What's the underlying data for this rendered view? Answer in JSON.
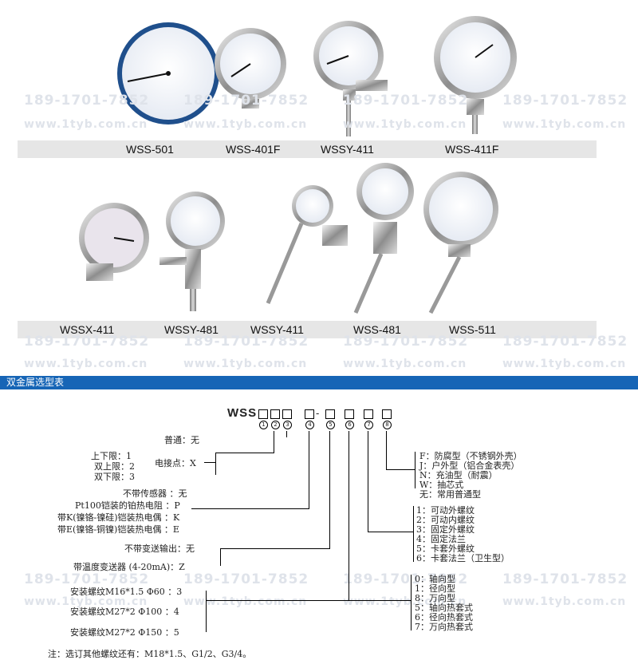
{
  "watermark": {
    "phone": "189-1701-7852",
    "url": "www.1tyb.com.cn"
  },
  "models_row1": [
    "WSS-501",
    "WSS-401F",
    "WSSY-411",
    "WSS-411F"
  ],
  "models_row2": [
    "WSSX-411",
    "WSSY-481",
    "WSSY-411",
    "WSS-481",
    "WSS-511"
  ],
  "section_title": "双金属选型表",
  "code": {
    "prefix": "WSS",
    "dash": "-",
    "positions": [
      "1",
      "2",
      "3",
      "4",
      "5",
      "6",
      "7",
      "8"
    ]
  },
  "left": {
    "normal": "普通：无",
    "limits": [
      "上下限：1",
      "双上限：2",
      "双下限：3"
    ],
    "contact": "电接点：X",
    "sensor": [
      "不带传感器 ：无",
      "Pt100铠装的铂热电阻 ：P",
      "带K(镍铬-镍硅)铠装热电偶 ：K",
      "带E(镍铬-铜镍)铠装热电偶 ：E"
    ],
    "transmit": [
      "不带变送输出：无",
      "带温度变送器 (4-20mA)：Z"
    ],
    "dial": [
      "安装螺纹M16*1.5 Φ60 ：3",
      "安装螺纹M27*2 Φ100 ：4",
      "安装螺纹M27*2 Φ150 ：5"
    ]
  },
  "right": {
    "type": [
      "F：防腐型（不锈钢外壳）",
      "J：户外型（铝合金表壳）",
      "N：充油型（耐震）",
      "W：抽芯式",
      "无：常用普通型"
    ],
    "install": [
      "1：可动外螺纹",
      "2：可动内螺纹",
      "3：固定外螺纹",
      "4：固定法兰",
      "5：卡套外螺纹",
      "6：卡套法兰（卫生型）"
    ],
    "structure": [
      "0：轴向型",
      "1：径向型",
      "8：万向型",
      "5：轴向热套式",
      "6：径向热套式",
      "7：万向热套式"
    ]
  },
  "note": "注：选订其他螺纹还有：M18*1.5、G1/2、G3/4。"
}
